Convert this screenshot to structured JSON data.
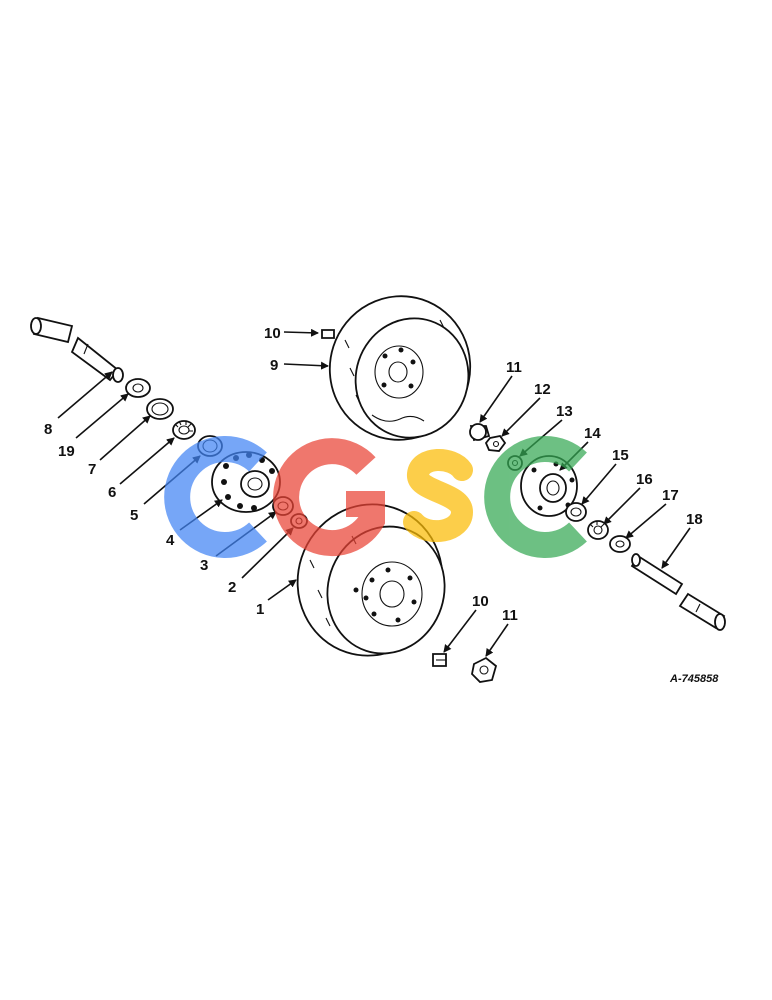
{
  "drawing_id": "A-745858",
  "watermark": {
    "text": "CGSC",
    "letters": [
      {
        "char": "C",
        "color": "#4285F4"
      },
      {
        "char": "G",
        "color": "#EA4335"
      },
      {
        "char": "S",
        "color": "#FBBC05"
      },
      {
        "char": "C",
        "color": "#34A853"
      }
    ]
  },
  "callouts": {
    "c1": "1",
    "c2": "2",
    "c3": "3",
    "c4": "4",
    "c5": "5",
    "c6": "6",
    "c7": "7",
    "c8": "8",
    "c9": "9",
    "c10a": "10",
    "c10b": "10",
    "c11a": "11",
    "c11b": "11",
    "c12": "12",
    "c13": "13",
    "c14": "14",
    "c15": "15",
    "c16": "16",
    "c17": "17",
    "c18": "18",
    "c19": "19"
  }
}
